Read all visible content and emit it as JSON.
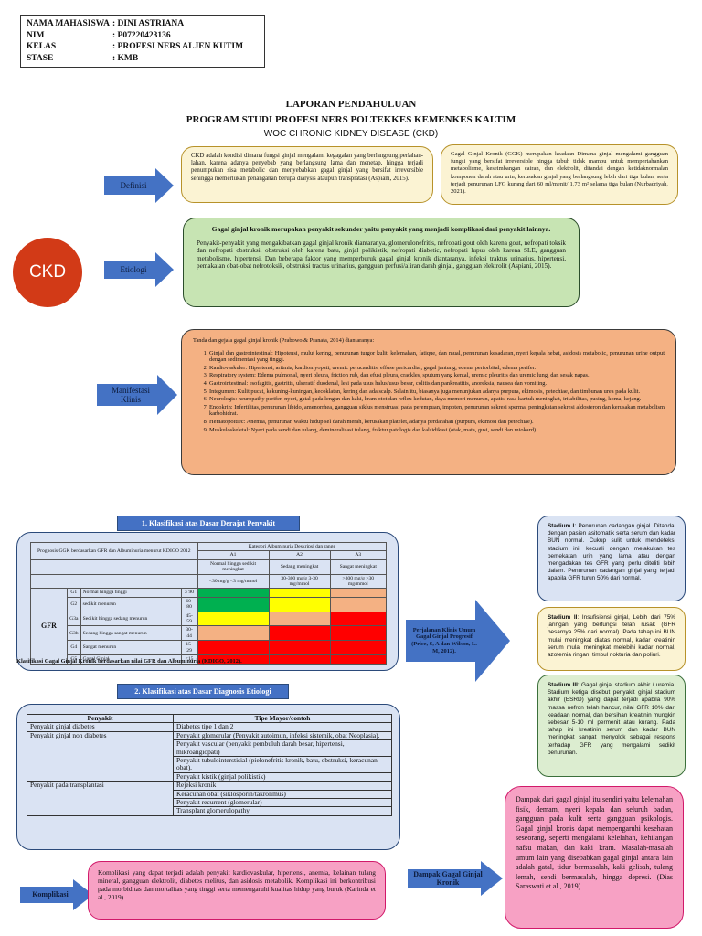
{
  "student": {
    "rows": [
      {
        "label": "NAMA MAHASISWA",
        "value": ": DINI ASTRIANA"
      },
      {
        "label": "NIM",
        "value": ": P07220423136"
      },
      {
        "label": "KELAS",
        "value": ": PROFESI NERS ALJEN KUTIM"
      },
      {
        "label": "STASE",
        "value": ": KMB"
      }
    ]
  },
  "titles": {
    "main": "LAPORAN PENDAHULUAN",
    "program": "PROGRAM STUDI PROFESI NERS POLTEKKES KEMENKES KALTIM",
    "woc": "WOC CHRONIC KIDNEY DISEASE (CKD)"
  },
  "ckd_circle": "CKD",
  "arrows": {
    "definisi": "Definisi",
    "etiologi": "Etiologi",
    "manifestasi": "Manifestasi Klinis",
    "perjalanan": "Perjalanan Klinis Umum Gagal Ginjal Progresif (Price, S, A dan Wilson, L. M, 2012).",
    "komplikasi": "Komplikasi",
    "dampak": "Dampak Gagal Ginjal Kronik"
  },
  "definisi": {
    "box1": "CKD adalah kondisi dimana fungsi ginjal mengalami kegagalan yang berlangsung perlahan-lahan, karena adanya penyebab yang berlangsung lama dan menetap, hingga terjadi penumpukan sisa metabolic dan menyebabkan gagal ginjal yang bersifat irreversible sehingga memerlukan penanganan berupa dialysis ataupun transplatasi (Aspiani, 2015).",
    "box2": "Gagal Ginjal Kronik (GGK) merupakan keadaan Dimana ginjal mengalami gangguan fungsi yang bersifat irreversible hingga tubuh tidak mampu untuk mempertahankan metabolisme, keseimbangan cairan, dan elektrolit, ditandai dengan ketidaknormalan komponen darah atau urin, kerusakan ginjal yang berlangsung lebih dari tiga bulan, serta terjadi penurunan LFG kurang dari 60 ml/menit/ 1,73 m² selama tiga bulan (Nurbadriyah, 2021)."
  },
  "etiologi": {
    "heading": "Gagal ginjal kronik merupakan penyakit sekunder yaitu penyakit yang menjadi komplikasi dari penyakit lainnya.",
    "body": "Penyakit-penyakit yang mengakibatkan gagal ginjal kronik diantaranya, glomerulonefritis, nefropati gout oleh karena gout, nefropati toksik dan nefropati obstruksi, obstruksi oleh karena batu, ginjal polikistik, nefropati diabetic, nefropati lupus oleh karena SLE, gangguan metabolisme, hipertensi. Dan beberapa faktor yang memperburuk gagal ginjal kronik diantaranya, infeksi traktus urinarius, hipertensi, pemakaian obat-obat nefrotoksik, obstruksi tractus urinarius, gangguan perfusi/aliran darah ginjal, gangguan elektrolit (Aspiani, 2015)."
  },
  "manifestasi": {
    "intro": "Tanda dan gejala gagal ginjal kronik (Prabowo & Pranata, 2014) diantaranya:",
    "items": [
      "Ginjal dan gastrointestinal: Hipotensi, mulut kering, penurunan turgor kulit, kelemahan, fatique, dan mual, penurunan kesadaran, nyeri kepala hebat, asidosis metabolic, penurunan urine output dengan sedimentasi yang tinggi.",
      "Kardiovaskuler: Hipertensi, aritmia, kardiomyopati, uremic perucarditis, effuse pericardial, gagal jantung, edema periorbital, edema perifer.",
      "Respiratory system: Edema pulmonal, nyeri pleura, friction rub, dan efusi pleura, crackles, sputum yang kental, uremic pleuritis dan uremic lung, dan sesak napas.",
      "Gastrointestinal: esofagitis, gastritis, ulseratif duodenal, lesi pada usus halus/usus besar, colitis dan pankreatitis, anoreksia, nausea dan vomiting.",
      "Integumen: Kulit pucat, kekuning-kuningan, kecoklatan, kering dan ada scalp. Selain itu, biasanya juga menunjukan adanya purpura, ekimosis, petechiae, dan timbunan urea pada kulit.",
      "Neurologis: neuropathy perifer, nyeri, gatal pada lengan dan kaki, kram otot dan reflex kedutan, daya memori menurun, apatis, rasa kantuk meningkat, iritabilitas, pusing, koma, kejang.",
      "Endokrin: Infertilitas, penurunan libido, amenorrhea, gangguan siklus menstruasi pada perempuan, impoten, penurunan sekresi sperma, peningkatan sekresi aldosteron dan kerusakan metabolism karbohidrat.",
      "Hematopoitiec: Anemia, penurunan waktu hidup sel darah merah, kerusakan platelet, adanya perdarahan (purpura, ekimosi dan petechiae).",
      "Muskuloskeletal: Nyeri pada sendi dan tulang, demineralisasi tulang, fraktur patologis dan kalsidikasi (otak, mata, gusi, sendi dan miokard)."
    ]
  },
  "klasifikasi1": {
    "header": "1.    Klasifikasi atas Dasar Derajat Penyakit",
    "prognosis_label": "Prognosis GGK berdasarkan GFR dan Albuminuria menurut KDIGO 2012",
    "albumin_header": "Kategori Albuminuria Deskripsi dan range",
    "a_cols": [
      {
        "code": "A1",
        "desc": "Normal hingga sedikit meningkat",
        "range": "<30 mg/g <3 mg/mmol"
      },
      {
        "code": "A2",
        "desc": "Sedang meningkat",
        "range": "30-300 mg/g 3-30 mg/mmol"
      },
      {
        "code": "A3",
        "desc": "Sangat meningkat",
        "range": ">300 mg/g >30 mg/mmol"
      }
    ],
    "gfr_label": "GFR",
    "rows": [
      {
        "g": "G1",
        "desc": "Normal hingga tinggi",
        "range": "≥ 90",
        "colors": [
          "g",
          "y",
          "o"
        ]
      },
      {
        "g": "G2",
        "desc": "sedikit menurun",
        "range": "60-80",
        "colors": [
          "g",
          "y",
          "o"
        ]
      },
      {
        "g": "G3a",
        "desc": "Sedikit hingga sedang menurun",
        "range": "45-59",
        "colors": [
          "y",
          "o",
          "r"
        ]
      },
      {
        "g": "G3b",
        "desc": "Sedang hingga sangat menurun",
        "range": "30-44",
        "colors": [
          "o",
          "r",
          "r"
        ]
      },
      {
        "g": "G4",
        "desc": "Sangat menurun",
        "range": "15-29",
        "colors": [
          "r",
          "r",
          "r"
        ]
      },
      {
        "g": "G5",
        "desc": "Gagal Ginjal",
        "range": "<15",
        "colors": [
          "r",
          "r",
          "r"
        ]
      }
    ],
    "caption": "Klasifikasi Gagal Ginjal Kronik berdasarkan nilai GFR dan Albuminuria (KDIGO, 2012)."
  },
  "klasifikasi2": {
    "header": "2.    Klasifikasi atas Dasar Diagnosis Etiologi",
    "col1": "Penyakit",
    "col2": "Tipe Mayor/contoh",
    "groups": [
      {
        "disease": "Penyakit ginjal diabetes",
        "types": [
          "Diabetes tipe 1 dan 2"
        ]
      },
      {
        "disease": "Penyakit ginjal non diabetes",
        "types": [
          "Penyakit glomerular (Penyakit autoimun, infeksi sistemik, obat Neoplasia).",
          "Penyakit vascular (penyakit pembuluh darah besar, hipertensi, mikroangiopati)",
          "Penyakit tubulointerstisial (pielonefritis kronik, batu, obstruksi, keracunan obat).",
          "Penyakit kistik (ginjal polikistik)"
        ]
      },
      {
        "disease": "Penyakit pada transplantasi",
        "types": [
          "Rejeksi kronik",
          "Keracunan obat (siklosporin/takrolimus)",
          "Penyakit recurrent (glomerular)",
          "Transplant glomerulopathy"
        ]
      }
    ]
  },
  "stadium": {
    "s1_label": "Stadium I",
    "s1": ": Penurunan cadangan ginjal. Ditandai dengan pasien asitomatik serta serum dan kadar BUN normal. Cukup sulit untuk mendeteksi stadium ini, kecuali dengan melakukan tes pemekatan urin yang lama atau dengan mengadakan tes GFR yang perlu diteliti lebih dalam. Penurunan cadangan ginjal yang terjadi apabila GFR turun 50% dari normal.",
    "s2_label": "Stadium II",
    "s2": ": Insufisiensi ginjal, Lebih dari 75% jaringan yang berfungsi telah rusak (GFR besarnya 25% dari normal). Pada tahap ini BUN mulai meningkat diatas normal, kadar kreatinin serum mulai meningkat melebihi kadar normal, azotemia ringan, timbul nokturia dan poliuri.",
    "s3_label": "Stadium III",
    "s3": ": Gagal ginjal stadium akhir / uremia. Stadium ketiga disebut penyakit ginjal stadium akhir (ESRD) yang dapat terjadi apabila 90% massa nefron telah hancur, nilai GFR 10% dari keadaan normal, dan bersihan kreatinin mungkin sebesar 5-10 ml permenit atau kurang. Pada tahap ini kreatinin serum dan kadar BUN meningkat sangat menyolok sebagai respons terhadap GFR yang mengalami sedikit penurunan."
  },
  "komplikasi": "Komplikasi yang dapat terjadi adalah penyakit kardiovaskular, hipertensi, anemia, kelainan tulang mineral, gangguan elektrolit, diabetes melitus, dan asidosis metabolik. Komplikasi ini berkontribusi pada morbiditas dan mortalitas yang tinggi serta memengaruhi kualitas hidup yang buruk (Karinda et al., 2019).",
  "dampak": "Dampak dari gagal ginjal itu sendiri yaitu kelemahan fisik, demam, nyeri kepala dan seluruh badan, gangguan pada kulit serta gangguan psikologis. Gagal ginjal kronis dapat mempengaruhi kesehatan seseorang, seperti mengalami kelelahan, kehilangan nafsu makan, dan kaki kram. Masalah-masalah umum lain yang disebabkan gagal ginjal antara lain adalah gatal, tidur bermasalah, kaki gelisah, tulang lemah, sendi bermasalah, hingga depresi. (Dias Saraswati et al., 2019)",
  "colors": {
    "arrow": "#4472c4",
    "yellow_box": "#fbf3d3",
    "green_box": "#c7e4b3",
    "orange_box": "#f4b183",
    "blue_box": "#dae3f3",
    "pink_box": "#f7a1c4",
    "ckd_circle": "#d23a17"
  }
}
